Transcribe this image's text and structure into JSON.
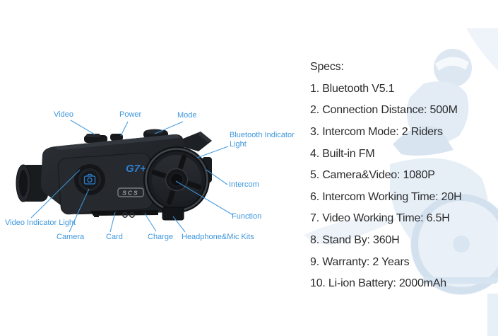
{
  "product": {
    "model_logo": "G7+",
    "brand_logo": "SCS"
  },
  "callouts": {
    "video": "Video",
    "power": "Power",
    "mode": "Mode",
    "bluetooth_indicator_light": "Bluetooth Indicator Light",
    "intercom": "Intercom",
    "function": "Function",
    "video_indicator_light": "Video Indicator Light",
    "camera": "Camera",
    "card": "Card",
    "charge": "Charge",
    "headphone_mic_kits": "Headphone&Mic Kits"
  },
  "specs": {
    "title": "Specs:",
    "items": [
      "1. Bluetooth V5.1",
      "2. Connection Distance: 500M",
      "3. Intercom Mode: 2 Riders",
      "4. Built-in FM",
      "5. Camera&Video: 1080P",
      "6. Intercom Working Time: 20H",
      "7. Video Working Time: 6.5H",
      "8. Stand By: 360H",
      "9. Warranty: 2 Years",
      "10. Li-ion Battery: 2000mAh"
    ]
  },
  "colors": {
    "accent": "#3E97DC",
    "logo": "#2E7FD0",
    "text": "#2B2B2B",
    "device": "#222529",
    "bg-rider": "#DDE8F3"
  }
}
